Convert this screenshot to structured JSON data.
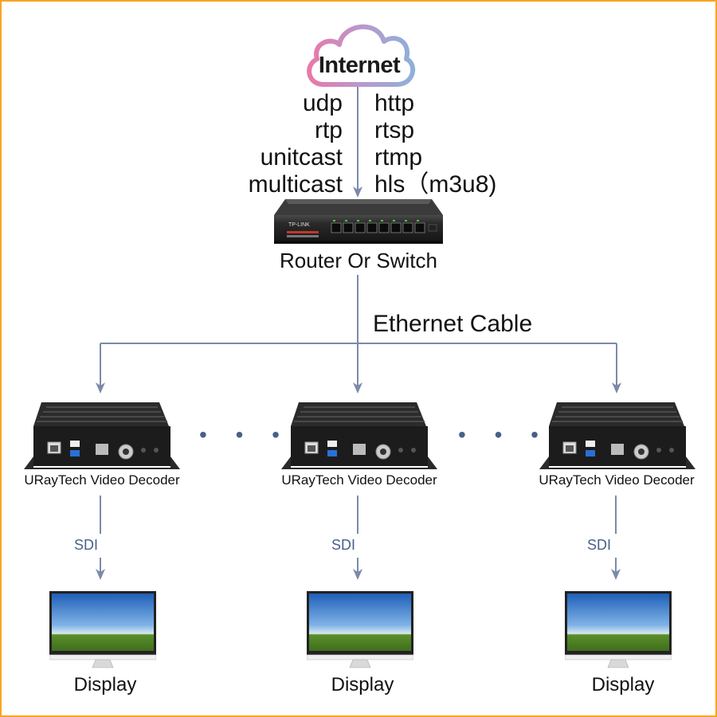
{
  "cloud_label": "Internet",
  "protocols_left": [
    "udp",
    "rtp",
    "unitcast",
    "multicast"
  ],
  "protocols_right": [
    "http",
    "rtsp",
    "rtmp",
    "hls（m3u8)"
  ],
  "router_brand": "TP-LINK",
  "router_label": "Router Or Switch",
  "ethernet_label": "Ethernet Cable",
  "ellipsis": "• • •",
  "decoders": [
    {
      "label": "URayTech Video Decoder",
      "link_label": "SDI",
      "display_label": "Display"
    },
    {
      "label": "URayTech Video Decoder",
      "link_label": "SDI",
      "display_label": "Display"
    },
    {
      "label": "URayTech Video Decoder",
      "link_label": "SDI",
      "display_label": "Display"
    }
  ],
  "colors": {
    "line": "#7c8aa8",
    "arrow": "#7c8aa8",
    "frame": "#f5a623",
    "cloud_gradient": [
      "#e879a8",
      "#8fb0d8"
    ]
  }
}
